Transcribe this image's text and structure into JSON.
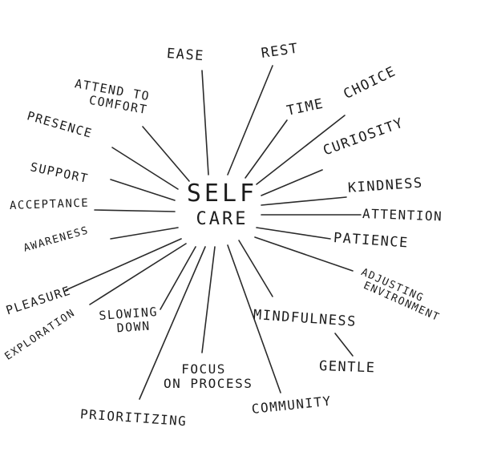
{
  "center": {
    "line1": "SELF",
    "line2": "CARE"
  },
  "words": {
    "ease": "EASE",
    "rest": "REST",
    "attend_to_comfort": "ATTEND TO\n  COMFORT",
    "time": "TIME",
    "choice": "CHOICE",
    "presence": "PRESENCE",
    "curiosity": "CURIOSITY",
    "support": "SUPPORT",
    "kindness": "KINDNESS",
    "acceptance": "ACCEPTANCE",
    "attention": "ATTENTION",
    "patience": "PATIENCE",
    "awareness": "AWARENESS",
    "adjusting_environment": "ADJUSTING\n ENVIRONMENT",
    "pleasure": "PLEASURE",
    "mindfulness": "MINDFULNESS",
    "exploration": "EXPLORATION",
    "slowing_down": "SLOWING\n  DOWN",
    "gentle": "GENTLE",
    "focus_on_process": "  FOCUS\nON PROCESS",
    "prioritizing": "PRIORITIZING",
    "community": "COMMUNITY"
  }
}
